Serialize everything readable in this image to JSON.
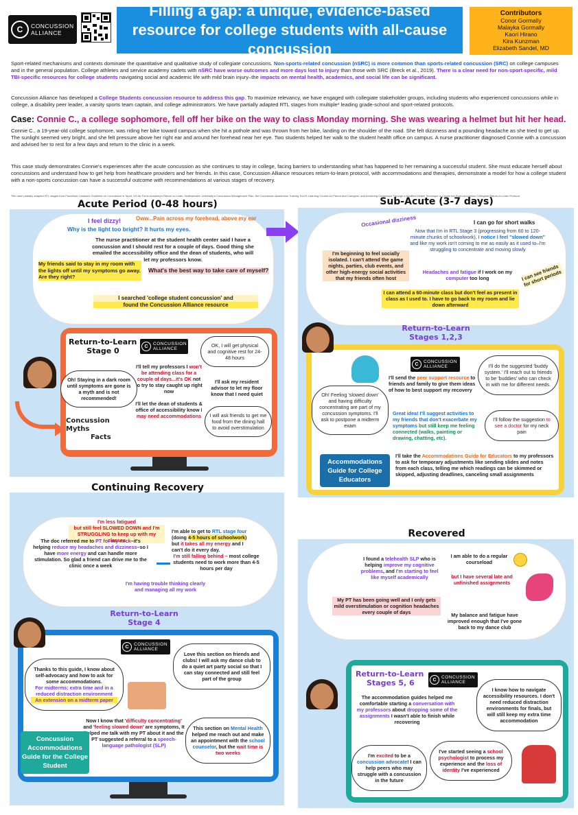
{
  "header": {
    "logo_line1": "CONCUSSION",
    "logo_line2": "ALLIANCE",
    "title": "Filling a gap: a unique, evidence-based resource for college students with all-cause concussion",
    "contributors_title": "Contributors",
    "contributors": [
      "Conor Gormally",
      "Malayka Gormally",
      "Kaori Hirano",
      "Kira Kunzman",
      "Elizabeth Sandel, MD"
    ]
  },
  "intro": {
    "p1_a": "Sport-related mechanisms and contexts dominate the quantitative and qualitative study of collegiate concussions. ",
    "p1_b": "Non-sports-related concussion (nSRC) is more common than sports-related concussion (SRC)",
    "p1_c": " on college campuses and in the general population. College athletes and service academy cadets with ",
    "p1_d": "nSRC have worse outcomes and more days lost to injury",
    "p1_e": " than those with SRC (Breck et al., 2019). ",
    "p1_f": "There is a clear need for non-sport-specific, mild TBI-specific resources for college students",
    "p1_g": " navigating social and academic life with mild brain injury–the ",
    "p1_h": "impacts on mental health, academics, and social life can be significant.",
    "p2_a": "Concussion Alliance has developed a ",
    "p2_b": "College Students concussion resource to address this gap",
    "p2_c": ". To maximize relevancy, we have engaged with collegiate stakeholder groups, including students who experienced concussions while in college, a disability peer leader, a varsity sports team captain, and college administrators. We have partially adapted RTL stages from multiple* leading grade-school and sport-related protocols.",
    "case_label": "Case: ",
    "case_a": "Connie C., a college sophomore, ",
    "case_b": "fell off her bike on the way to class Monday morning. She was wearing a helmet but hit her head.",
    "p3": "Connie C., a 19-year-old college sophomore, was riding her bike toward campus when she hit a pothole and was thrown from her bike, landing on the shoulder of the road. She felt dizziness and a pounding headache as she tried to get up. The sunlight seemed very bright, and she felt pressure above her right ear and around her forehead near her eye. Two students helped her walk to the student health office on campus. A nurse practitioner diagnosed Connie with a concussion and advised her to rest for a few days and return to the clinic in a week.",
    "p4": "This case study demonstrates Connie's experiences after the acute concussion as she continues to stay in college, facing barriers to understanding what has happened to her remaining a successful student. She must educate herself about concussions and understand how to get help from healthcare providers and her friends. In this case, Concussion Alliance resources return-to-learn protocol, with accommodations and therapies, demonstrate a model for how a college student with a non-sports concussion can have a successful outcome with recommendations at various stages of recovery.",
    "footnote": "*We have partially adapted RTL stages from Parachute Canada's Guideline on Concussion in Sport, US Air Force Academy's Return-to-Learn, Northwestern University's Concussion Management Plan, the Concussion Awareness Training Tool E-Learning Course for Parent and Caregiver, and Achieving Consensus Through a Modified Delphi Technique to Create the Post-concussion Collegiate Return-to-Learn Protocol"
  },
  "acute": {
    "title": "Acute Period (0-48 hours)",
    "dizzy": "I feel dizzy!",
    "oww": "Oww...Pain across my forehead, above my ear",
    "light": "Why is the light too bright? It hurts my eyes.",
    "nurse": "The nurse practitioner at the student health center said I have a concussion and I should rest for a couple of days. Good thing she emailed the accessibility office and the dean of students, who will let my professors know.",
    "friends": "My friends said to stay in my room with the lights off until my symptoms go away. Are they right?",
    "best_way": "What's the best way to take care of myself?",
    "searched_a": "I searched 'college student concussion' and",
    "searched_b": "found the Concussion Alliance resource",
    "rtl_title_a": "Return-to-Learn",
    "rtl_title_b": "Stage 0",
    "rest": "OK, I will get physical and cognitive rest for 24-48 hours",
    "dark": "Oh! Staying in a dark room until symptoms are gone is a myth and is not recommended!",
    "tell_a": "I'll tell my professors I ",
    "tell_b": "won't be attending class for a couple of days...it's OK",
    "tell_c": " not to try to stay caught up right now",
    "resident": "I'll ask my resident advisor to let my floor know that I need quiet",
    "dean_a": "I'll let the dean of students & office of accessibility know ",
    "dean_b": "I may need accommodations",
    "dining": "I will ask friends to get me food from the dining hall to avoid overstimulation",
    "myths_a": "Concussion Myths",
    "myths_b": "Facts"
  },
  "subacute": {
    "title": "Sub-Acute (3-7 days)",
    "occ": "Occasional dizziness",
    "walks": "I can go for short walks",
    "rtl3_a": "Now that I'm in RTL Stage 3 (progressing from 60 to 120-minute chunks of schoolwork), I ",
    "rtl3_b": "notice I feel \"slowed down\"",
    "rtl3_c": " and like my work isn't coming to me as easily as it used to–I'm struggling to concentrate and moving slowly",
    "isolated": "I'm beginning to feel socially isolated. I can't attend the game nights, parties, club events, and other high-energy social activities that my friends often host",
    "headaches_a": "Headaches and fatigue",
    "headaches_b": " if I work on my ",
    "headaches_c": "computer",
    "headaches_d": " too long",
    "see_friends": "I can see friends for short periods",
    "class": "I can attend a 60-minute class but don't feel as present in class as I used to. I have to go back to my room and lie down afterward",
    "rtl_title_a": "Return-to-Learn",
    "rtl_title_b": "Stages 1,2,3",
    "slowed": "Oh! Feeling 'slowed down' and having difficulty concentrating are part of my concussion symptoms. I'll ask to postpone a midterm exam",
    "peer_a": "I'll send the ",
    "peer_b": "peer support resource",
    "peer_c": " to friends and family to give them  ideas of how to best support my recovery",
    "buddy": "I'll do the suggested 'buddy system.' I'll reach out to friends to be 'buddies' who can check in with me for different needs.",
    "great_a": "Great idea! I'll suggest activities to my friends that don't exacerbate my symptoms",
    "great_b": " but still keep me feeling connected (walks, painting or drawing, chatting, etc).",
    "doctor_a": "I'll follow the suggestion ",
    "doctor_b": "to see a doctor",
    "doctor_c": " for my neck pain",
    "guide": "Accommodations Guide for College Educators",
    "take_a": "I'll take the ",
    "take_b": "Accommodations Guide for Educators",
    "take_c": " to my professors to ask for temporary adjustments like sending slides and notes from each class, telling me which readings can be skimmed or skipped, adjusting deadlines, canceling small assignments"
  },
  "continuing": {
    "title": "Continuing Recovery",
    "fatigued_a": "I'm less fatigued",
    "fatigued_b": "but still feel SLOWED DOWN and I'm STRUGGLING to keep up with my classes",
    "rtl4_a": "I'm able to get to ",
    "rtl4_b": "RTL stage four",
    "rtl4_c": " (doing ",
    "rtl4_d": "4-5 hours of schoolwork",
    "rtl4_e": ") but ",
    "rtl4_f": "it takes all my energy",
    "rtl4_g": " and I can't do it every day.",
    "doc_a": "The doc referred me to ",
    "doc_b": "PT for my neck",
    "doc_c": "–it's helping ",
    "doc_d": "reduce my headaches and dizziness",
    "doc_e": "–so I have ",
    "doc_f": "more energy",
    "doc_g": " and can handle more stimulation. So glad a friend can drive me to the clinic once a week",
    "behind_a": "I'm still falling behind –",
    "behind_b": " most college students need to work more than 4-5 hours per day",
    "trouble": "I'm having trouble thinking clearly and managing all my work",
    "rtl_title_a": "Return-to-Learn",
    "rtl_title_b": "Stage 4",
    "advocacy_a": "Thanks to this guide, I know about self-advocacy and how to ask for some accommodations.",
    "advocacy_b": "For midterms: extra time and in a reduced distraction environment",
    "advocacy_c": "An extension on a midterm paper",
    "clubs": "Love this section on friends and clubs! I will ask my dance club to do a quiet art party social so that I can stay connected and still feel part of the group",
    "know_a": "Now I know that '",
    "know_b": "difficulty concentrating",
    "know_c": "' and '",
    "know_d": "feeling slowed down",
    "know_e": "' are symptoms, It helped me talk with my PT about it and the PT suggested a referral to a ",
    "know_f": "speech-language pathologist (SLP)",
    "mh_a": "This section on ",
    "mh_b": "Mental Health",
    "mh_c": " helped me reach out and make an appointment with the ",
    "mh_d": "school counselor",
    "mh_e": ", but the ",
    "mh_f": "wait time is two weeks",
    "guide": "Concussion Accommodations Guide for the College Student"
  },
  "recovered": {
    "title": "Recovered",
    "slp_a": "I found a ",
    "slp_b": "telehealth SLP",
    "slp_c": " who is helping ",
    "slp_d": "improve my cognitive problems",
    "slp_e": ", and ",
    "slp_f": "I'm starting to feel like myself academically",
    "courseload": "I am able to do a regular courseload",
    "late": "but I have several late and unfinished assignments",
    "pt": "My PT has been going well and I only gets mild overstimulation or cognition headaches every couple of days",
    "balance": "My balance and fatigue have improved enough that I've gone back to my dance club",
    "rtl_title_a": "Return-to-Learn",
    "rtl_title_b": "Stages 5, 6",
    "guides_a": "The accommodation guides helped me comfortable starting a ",
    "guides_b": "conversation with my professors",
    "guides_c": " about ",
    "guides_d": "dropping some of the assignments",
    "guides_e": " I wasn't able to finish while recovering",
    "navigate": "I know how to navigate accessibility resources. I don't need reduced distraction environments for finals, but will still keep my extra time accommodation",
    "advocate_a": "I'm ",
    "advocate_b": "excited",
    "advocate_c": " to be a ",
    "advocate_d": "concussion advocate",
    "advocate_e": "! I can help peers who may struggle with a concussion in the future",
    "psych_a": "I've started seeing a ",
    "psych_b": "school psychologist",
    "psych_c": " to process my experience and the ",
    "psych_d": "loss of identity",
    "psych_e": " I've experienced"
  },
  "colors": {
    "title_blue": "#1a8fe0",
    "contrib_orange": "#ffb31a",
    "panel_blue": "#c9e2f5",
    "monitor_orange": "#f06a3c",
    "monitor_yellow": "#f7d23a",
    "monitor_blue": "#1a80d6",
    "monitor_teal": "#1fa99a",
    "arrow_purple": "#8a3ff0"
  }
}
